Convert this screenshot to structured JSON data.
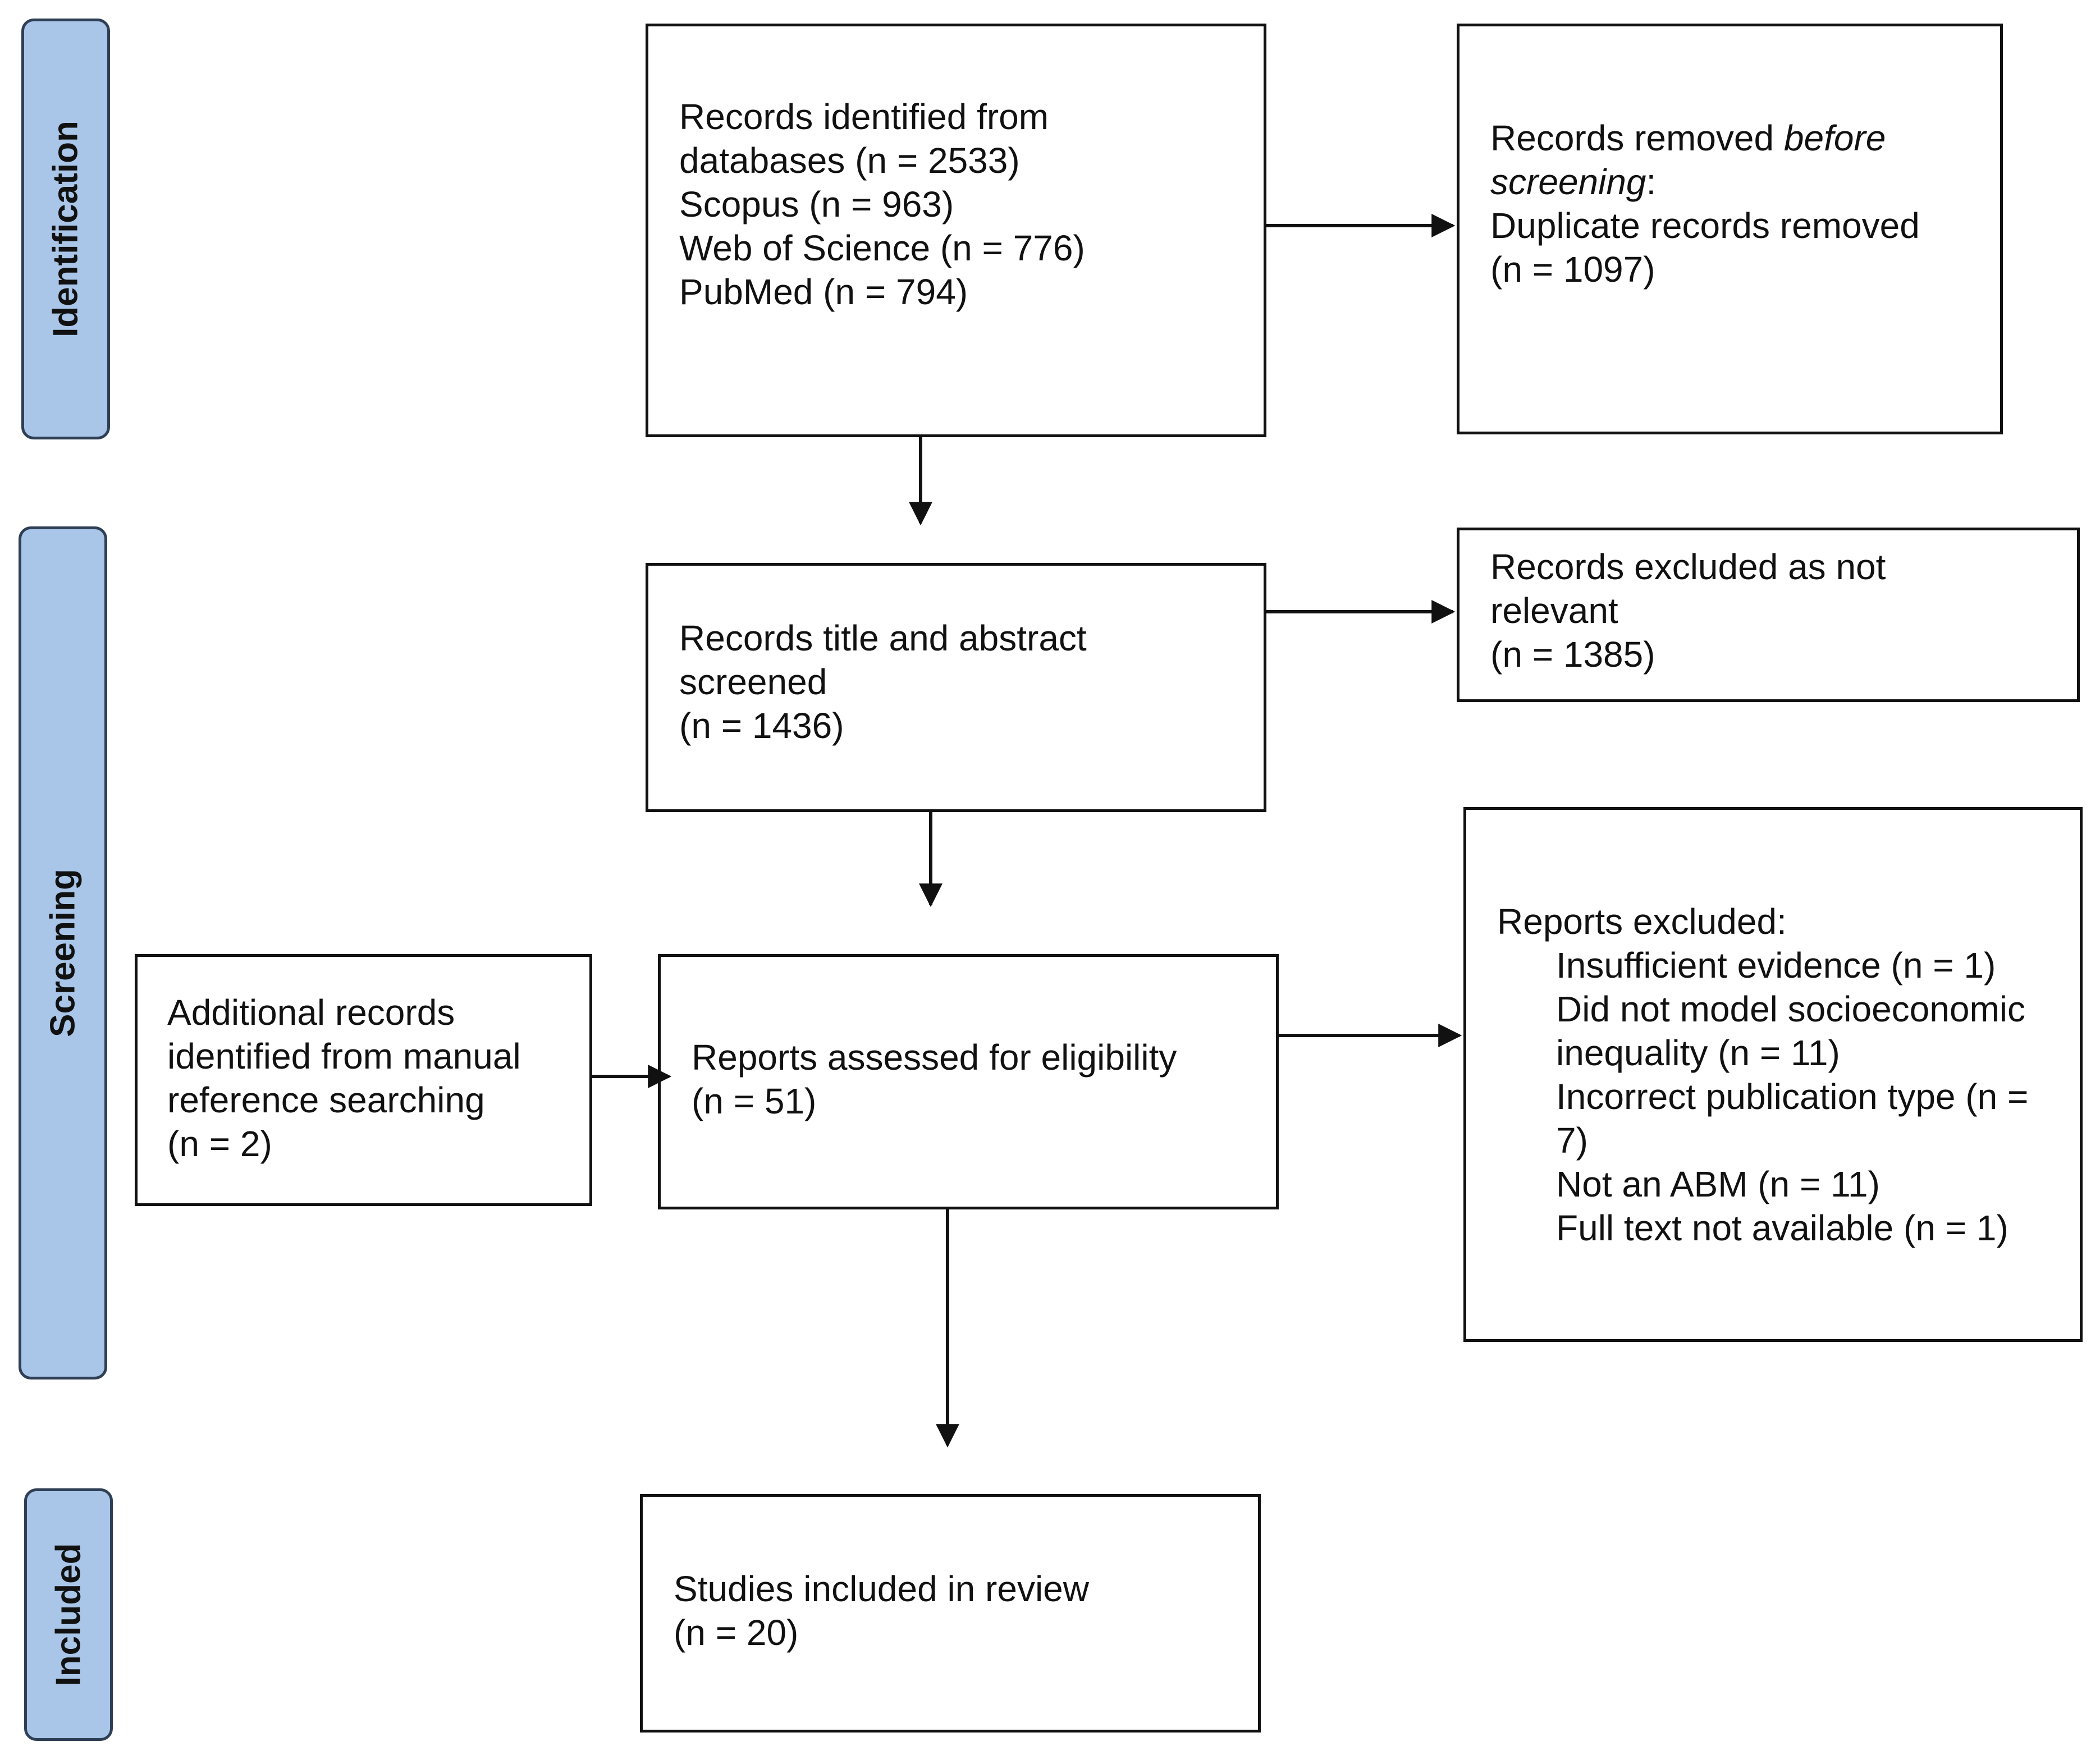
{
  "stages": {
    "identification": "Identification",
    "screening": "Screening",
    "included": "Included"
  },
  "identified": {
    "line1": "Records identified from",
    "line2": "databases (n = 2533)",
    "scopus": "Scopus (n = 963)",
    "wos": "Web of Science (n = 776)",
    "pubmed": "PubMed (n = 794)"
  },
  "removed": {
    "prefix": "Records removed ",
    "italic1": "before",
    "italic2": "screening",
    "colon": ":",
    "line3": "Duplicate records removed",
    "count": "(n = 1097)"
  },
  "screened": {
    "line1": "Records title and abstract",
    "line2": "screened",
    "count": "(n = 1436)"
  },
  "excluded_records": {
    "line1": "Records excluded as not",
    "line2": "relevant",
    "count": "(n = 1385)"
  },
  "additional": {
    "line1": "Additional records",
    "line2": "identified from manual",
    "line3": "reference searching",
    "count": "(n = 2)"
  },
  "assessed": {
    "line1": "Reports assessed for eligibility",
    "count": "(n = 51)"
  },
  "reports_excluded": {
    "heading": "Reports excluded:",
    "items": [
      "Insufficient evidence (n = 1)",
      "Did not model socioeconomic",
      "inequality (n = 11)",
      "Incorrect publication type (n =",
      "7)",
      "Not an ABM (n = 11)",
      "Full text not available (n = 1)"
    ]
  },
  "included": {
    "line1": "Studies included in review",
    "count": "(n = 20)"
  }
}
